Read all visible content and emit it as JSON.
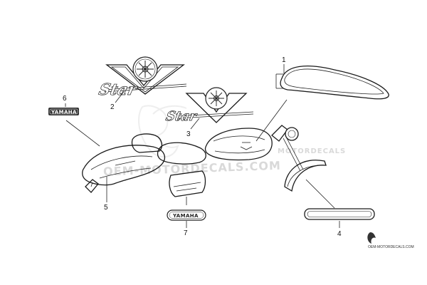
{
  "callouts": [
    {
      "id": "1",
      "text": "1"
    },
    {
      "id": "2",
      "text": "2"
    },
    {
      "id": "3",
      "text": "3"
    },
    {
      "id": "4",
      "text": "4"
    },
    {
      "id": "5",
      "text": "5"
    },
    {
      "id": "6",
      "text": "6"
    },
    {
      "id": "7",
      "text": "7"
    }
  ],
  "emblem_script": "Star",
  "badge_text": "YAMAHA",
  "watermark_text": "OEM-MOTORDECALS.COM",
  "watermark_side": "MOTORDECALS",
  "footer_text": "OEM-MOTORDECALS.COM",
  "colors": {
    "line": "#222222",
    "fill": "#ffffff",
    "badge_dark": "#333333",
    "watermark": "#d9d9d9"
  }
}
